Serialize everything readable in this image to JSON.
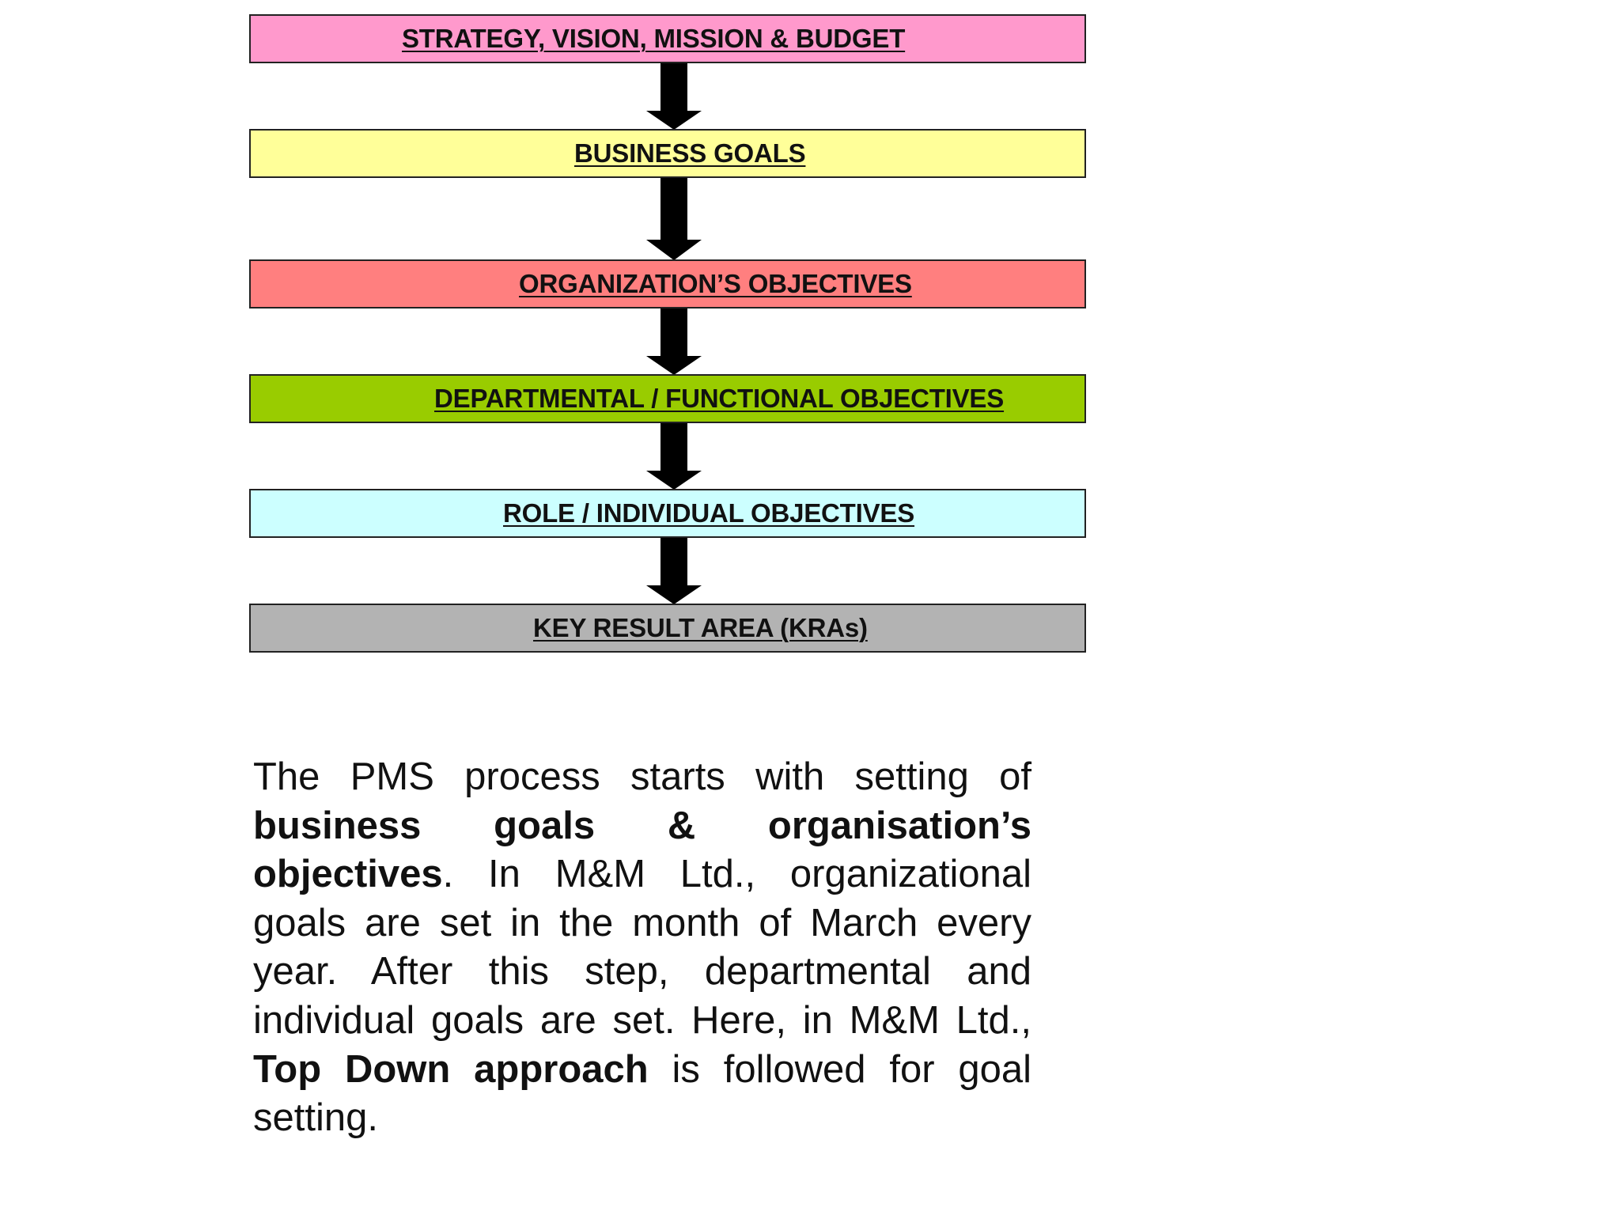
{
  "diagram": {
    "boxes": [
      {
        "label": "STRATEGY, VISION, MISSION & BUDGET",
        "color": "#FF99CC"
      },
      {
        "label": "BUSINESS GOALS",
        "color": "#FFFF99"
      },
      {
        "label": "ORGANIZATION’S OBJECTIVES",
        "color": "#FF7F7F"
      },
      {
        "label": "DEPARTMENTAL / FUNCTIONAL OBJECTIVES",
        "color": "#99CC00"
      },
      {
        "label": "ROLE / INDIVIDUAL OBJECTIVES",
        "color": "#CCFFFF"
      },
      {
        "label": "KEY RESULT AREA (KRAs)",
        "color": "#B3B3B3"
      }
    ],
    "arrow_color": "#000000"
  },
  "text": {
    "l1": "The PMS process starts with setting of",
    "l2a": "business",
    "l2b": "goals",
    "l2c": "&",
    "l2d": "organisation’s",
    "l3a": "objectives",
    "l3b": ". In M&M Ltd., organizational",
    "l4": "goals are set in the month of March every",
    "l5": "year. After this step, departmental and",
    "l6": "individual goals are set. Here, in M&M Ltd.,",
    "l7a": "Top Down approach",
    "l7b": " is followed for goal",
    "l8": "setting."
  }
}
